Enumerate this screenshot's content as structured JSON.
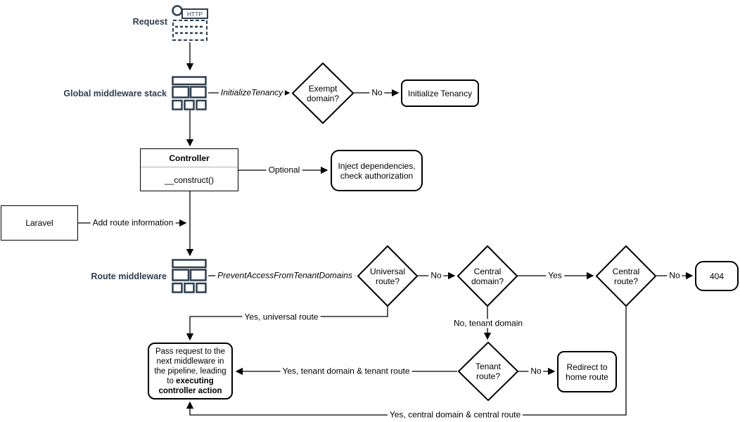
{
  "colors": {
    "accent_navy": "#2d3e50",
    "line_black": "#000000",
    "background": "#ffffff"
  },
  "nodes": {
    "request": {
      "label": "Request",
      "icon_text": "HTTP"
    },
    "global_middleware": {
      "label": "Global middleware stack"
    },
    "exempt_domain": {
      "text": "Exempt domain?"
    },
    "initialize_tenancy": {
      "text": "Initialize Tenancy"
    },
    "controller": {
      "title": "Controller",
      "method": "__construct()"
    },
    "inject_dependencies": {
      "text": "Inject dependencies, check authorization"
    },
    "laravel": {
      "text": "Laravel"
    },
    "route_middleware": {
      "label": "Route middleware"
    },
    "universal_route": {
      "text": "Universal route?"
    },
    "central_domain": {
      "text": "Central domain?"
    },
    "central_route": {
      "text": "Central route?"
    },
    "not_found": {
      "text": "404"
    },
    "tenant_route": {
      "text": "Tenant route?"
    },
    "redirect_home": {
      "text": "Redirect to home route"
    },
    "pass_request": {
      "text_before": "Pass request to the next middleware in the pipeline, leading to ",
      "text_bold": "executing controller action"
    }
  },
  "edges": {
    "initialize_tenancy_middleware": "InitializeTenancy",
    "exempt_no": "No",
    "controller_optional": "Optional",
    "add_route_information": "Add route information",
    "prevent_access": "PreventAccessFromTenantDomains",
    "universal_no": "No",
    "central_domain_yes": "Yes",
    "central_route_no": "No",
    "universal_yes": "Yes, universal route",
    "central_domain_no": "No, tenant domain",
    "tenant_yes": "Yes, tenant domain & tenant route",
    "tenant_no": "No",
    "central_route_yes": "Yes, central domain & central route"
  }
}
